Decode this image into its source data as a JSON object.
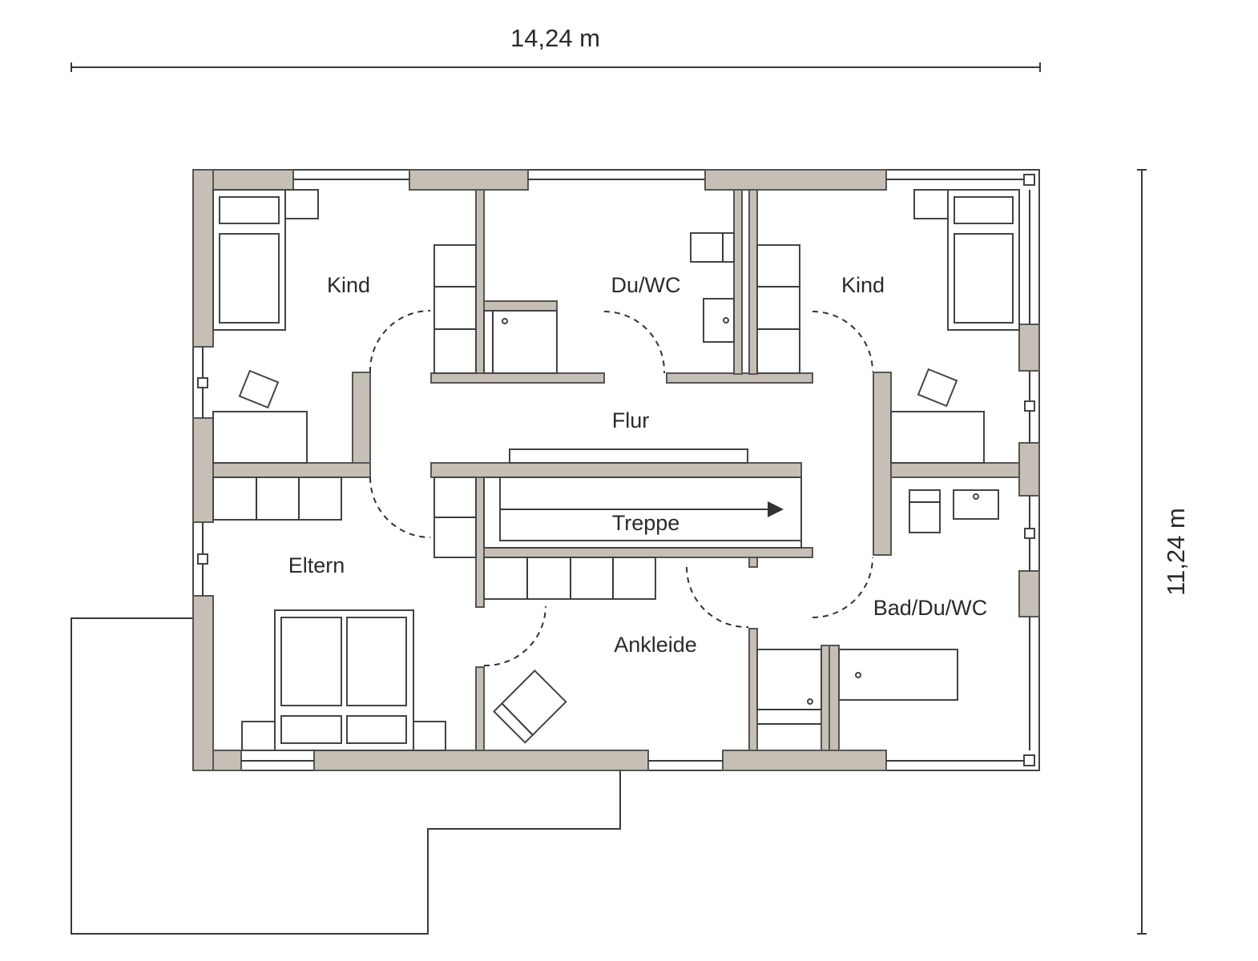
{
  "dimensions": {
    "width": "14,24 m",
    "height": "11,24 m"
  },
  "rooms": {
    "kind_left": "Kind",
    "du_wc": "Du/WC",
    "kind_right": "Kind",
    "flur": "Flur",
    "treppe": "Treppe",
    "eltern": "Eltern",
    "ankleide": "Ankleide",
    "bad": "Bad/Du/WC"
  },
  "colors": {
    "wall_fill": "#c5bfb6",
    "line": "#3a3a3a"
  }
}
